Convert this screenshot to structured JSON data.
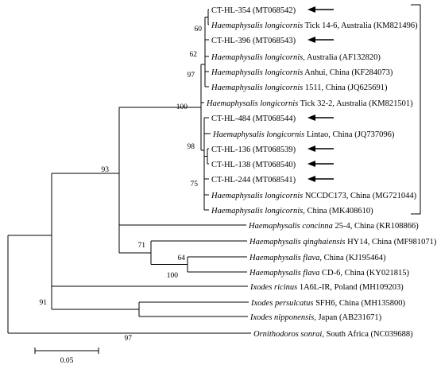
{
  "tree": {
    "taxa": [
      {
        "id": "t354",
        "italic": "",
        "rest": "CT-HL-354 (MT068542)",
        "arrow": true
      },
      {
        "id": "t14_6",
        "italic": "Haemaphysalis longicornis",
        "rest": " Tick 14-6, Australia (KM821496)",
        "arrow": false
      },
      {
        "id": "t396",
        "italic": "",
        "rest": "CT-HL-396 (MT068543)",
        "arrow": true
      },
      {
        "id": "taus",
        "italic": "Haemaphysalis longicornis",
        "rest": ", Australia (AF132820)",
        "arrow": false
      },
      {
        "id": "tanhui",
        "italic": "Haemaphysalis longicornis",
        "rest": " Anhui, China (KF284073)",
        "arrow": false
      },
      {
        "id": "t1511",
        "italic": "Haemaphysalis longicornis",
        "rest": " 1511, China (JQ625691)",
        "arrow": false
      },
      {
        "id": "t32_2",
        "italic": "Haemaphysalis longicornis",
        "rest": " Tick 32-2, Australia (KM821501)",
        "arrow": false
      },
      {
        "id": "t484",
        "italic": "",
        "rest": "CT-HL-484 (MT068544)",
        "arrow": true
      },
      {
        "id": "tlintao",
        "italic": "Haemaphysalis longicornis",
        "rest": " Lintao, China (JQ737096)",
        "arrow": false
      },
      {
        "id": "t136",
        "italic": "",
        "rest": "CT-HL-136 (MT068539)",
        "arrow": true
      },
      {
        "id": "t138",
        "italic": "",
        "rest": "CT-HL-138 (MT068540)",
        "arrow": true
      },
      {
        "id": "t244",
        "italic": "",
        "rest": "CT-HL-244 (MT068541)",
        "arrow": true
      },
      {
        "id": "tnccdc",
        "italic": "Haemaphysalis longicornis",
        "rest": " NCCDC173, China (MG721044)",
        "arrow": false
      },
      {
        "id": "tmk",
        "italic": "Haemaphysalis longicornis",
        "rest": ", China (MK408610)",
        "arrow": false
      },
      {
        "id": "tconcinna",
        "italic": "Haemaphysalis concinna",
        "rest": " 25-4, China (KR108866)",
        "arrow": false
      },
      {
        "id": "tqingh",
        "italic": "Haemaphysalis qinghaiensis",
        "rest": " HY14, China (MF981071)",
        "arrow": false
      },
      {
        "id": "tflava1",
        "italic": "Haemaphysalis flava",
        "rest": ", China (KJ195464)",
        "arrow": false
      },
      {
        "id": "tflava2",
        "italic": "Haemaphysalis flava",
        "rest": " CD-6, China (KY021815)",
        "arrow": false
      },
      {
        "id": "tricinus",
        "italic": "Ixodes ricinus",
        "rest": " 1A6L-IR, Poland (MH109203)",
        "arrow": false
      },
      {
        "id": "tpersulc",
        "italic": "Ixodes persulcatus",
        "rest": " SFH6, China (MH135800)",
        "arrow": false
      },
      {
        "id": "tnippon",
        "italic": "Ixodes nipponensis",
        "rest": ", Japan (AB231671)",
        "arrow": false
      },
      {
        "id": "tornith",
        "italic": "Ornithodoros sonrai",
        "rest": ", South Africa (NC039688)",
        "arrow": false
      }
    ],
    "bootstrap": [
      "60",
      "62",
      "97",
      "100",
      "98",
      "75",
      "93",
      "71",
      "64",
      "100",
      "91",
      "97"
    ],
    "scale_label": "0.05"
  }
}
